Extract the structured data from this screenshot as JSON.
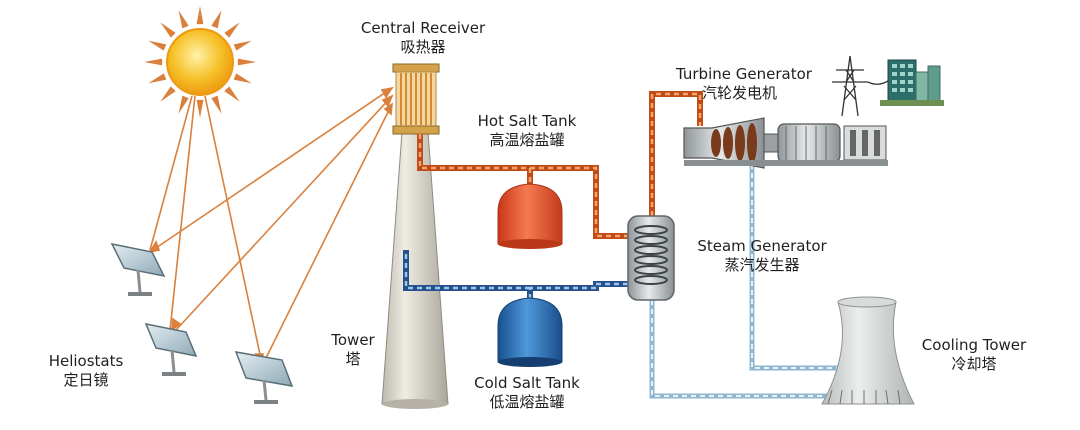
{
  "labels": {
    "central_receiver": {
      "en": "Central Receiver",
      "cn": "吸热器"
    },
    "hot_salt_tank": {
      "en": "Hot Salt Tank",
      "cn": "高温熔盐罐"
    },
    "turbine_generator": {
      "en": "Turbine Generator",
      "cn": "汽轮发电机"
    },
    "steam_generator": {
      "en": "Steam Generator",
      "cn": "蒸汽发生器"
    },
    "tower": {
      "en": "Tower",
      "cn": "塔"
    },
    "cold_salt_tank": {
      "en": "Cold Salt Tank",
      "cn": "低温熔盐罐"
    },
    "heliostats": {
      "en": "Heliostats",
      "cn": "定日镜"
    },
    "cooling_tower": {
      "en": "Cooling Tower",
      "cn": "冷却塔"
    }
  },
  "colors": {
    "hot_pipe": "#e8692a",
    "cold_pipe": "#3a6fb0",
    "water_pipe": "#9cc7de",
    "sun_ray": "#d9803c",
    "hot_tank": "#e4552d",
    "cold_tank": "#2a6fb8",
    "sun": "#f6b622"
  }
}
